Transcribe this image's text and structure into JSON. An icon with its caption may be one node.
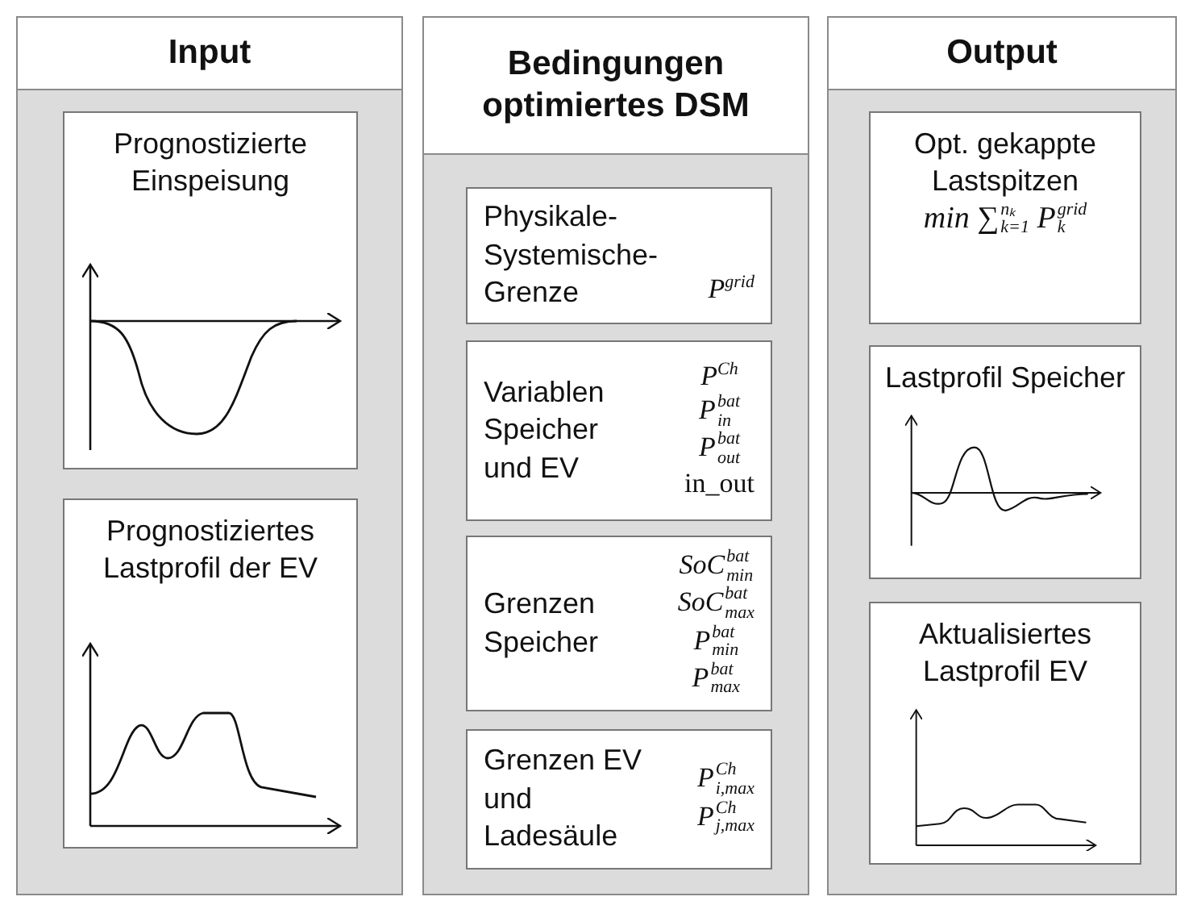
{
  "diagram": {
    "nodes": [
      {
        "text": [
          "Input"
        ]
      },
      {
        "text": [
          "Prognostizierte Einspeisung"
        ],
        "in": 0
      },
      {
        "text": [
          "Prognostiziertes Lastprofil der EV"
        ],
        "in": 0
      },
      {
        "text": [
          "Bedingungen optimiertes DSM"
        ]
      },
      {
        "text": [
          "Physikale- Systemische- Grenze",
          "*P*$^{grid}$"
        ],
        "in": 3
      },
      {
        "text": [
          "Variablen Speicher und EV",
          "*P*$^{Ch}$",
          "*P*$^{bat}$$_{in}$",
          "*P*$^{bat}$$_{out}$",
          "in_out"
        ],
        "in": 3
      },
      {
        "text": [
          "Grenzen Speicher",
          "*SoC*$^{bat}$$_{min}$",
          "*SoC*$^{bat}$$_{max}$",
          "*P*$^{bat}$$_{min}$",
          "*P*$^{bat}$$_{max}$"
        ],
        "in": 3
      },
      {
        "text": [
          "Grenzen EV und Ladesäule",
          "*P*$^{Ch}$$_{i,max}$",
          "*P*$^{Ch}$$_{j,max}$"
        ],
        "in": 3
      },
      {
        "text": [
          "Output"
        ]
      },
      {
        "text": [
          "Opt. gekappte Lastspitzen",
          "*min* ∑$^{nₖ}$$_{k=1}$ *P*$^{grid}$$_{k}$"
        ],
        "in": 8
      },
      {
        "text": [
          "Lastprofil Speicher"
        ],
        "in": 8
      },
      {
        "text": [
          "Aktualisiertes Lastprofil EV"
        ],
        "in": 8
      }
    ]
  }
}
